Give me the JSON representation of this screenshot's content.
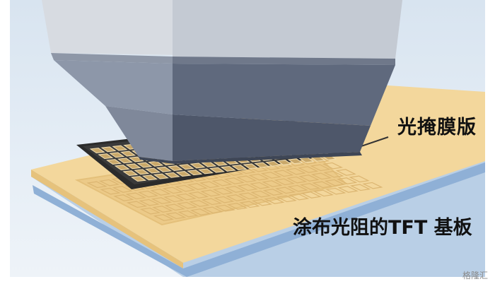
{
  "labels": {
    "photomask": "光掩膜版",
    "substrate": "涂布光阻的TFT 基板"
  },
  "watermark": "格隆汇",
  "colors": {
    "background": "#e3ecf5",
    "substrate_top": "#f3d79c",
    "substrate_edge": "#e6c27c",
    "glass_layer": "#b9cfe6",
    "mask_frame": "#2b2b2b",
    "mask_cell": "#c9a86a",
    "pattern_on_substrate": "#e7c078",
    "machine_body": "#c9ced6",
    "machine_lens": "#7a8394"
  }
}
